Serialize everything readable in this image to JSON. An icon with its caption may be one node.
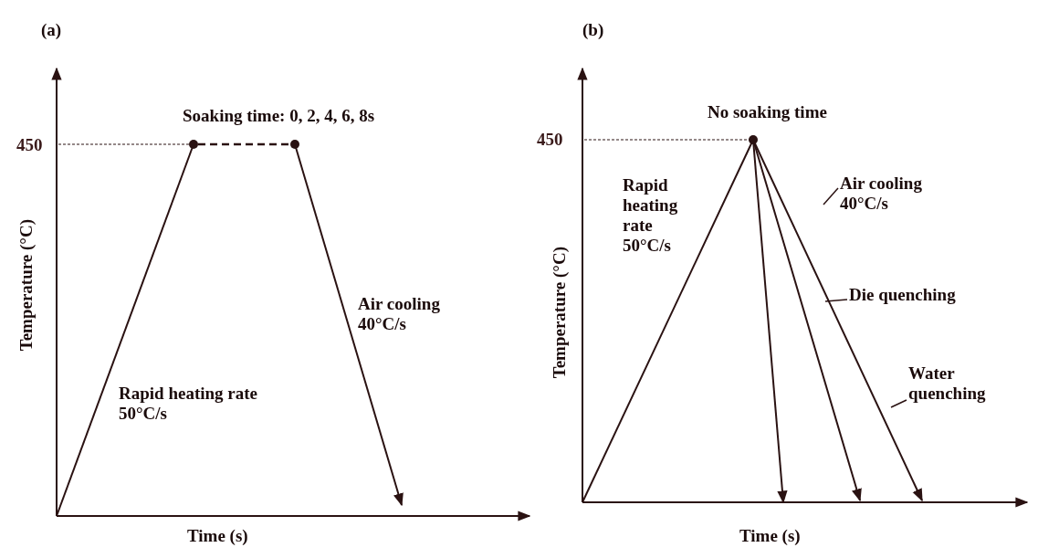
{
  "diagram": {
    "nodes": [
      {
        "text": [
          "Air cooling 40°C/s"
        ]
      },
      {
        "text": [
          "Die quenching"
        ]
      },
      {
        "text": [
          "Water quenching"
        ]
      }
    ],
    "edges": [
      {
        "from": 0,
        "to": null,
        "arrow": "none"
      },
      {
        "from": 1,
        "to": null,
        "arrow": "none"
      },
      {
        "from": 2,
        "to": null,
        "arrow": "none"
      }
    ],
    "labels": [
      "(a)",
      "Soaking time: 0, 2, 4, 6, 8s",
      "450",
      "Temperature (°C)",
      "Air cooling 40°C/s",
      "Rapid heating rate 50°C/s",
      "Time (s)",
      "(b)",
      "No soaking time",
      "450",
      "Rapid heating rate 50°C/s",
      "Temperature (°C)",
      "Time (s)"
    ]
  }
}
